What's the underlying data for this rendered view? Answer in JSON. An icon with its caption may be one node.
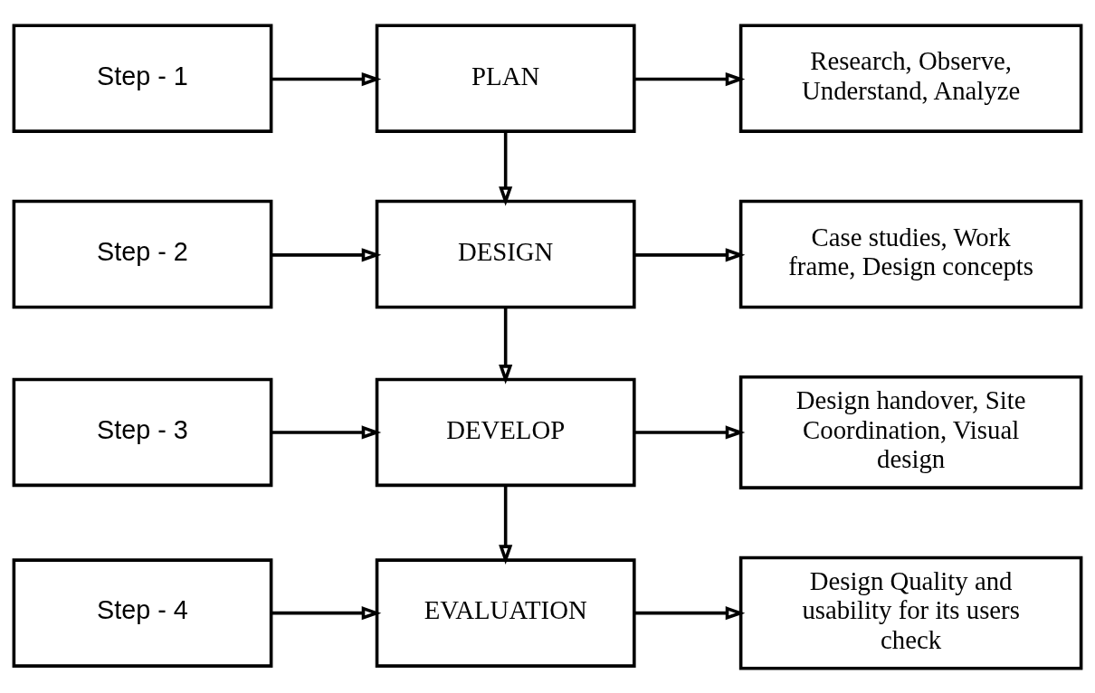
{
  "diagram": {
    "nodes": [
      {
        "text": [
          "Step - 1"
        ]
      },
      {
        "text": [
          "PLAN"
        ]
      },
      {
        "text": [
          "Research, Observe, Understand, Analyze"
        ]
      },
      {
        "text": [
          "Step - 2"
        ]
      },
      {
        "text": [
          "DESIGN"
        ]
      },
      {
        "text": [
          "Case studies, Work frame, Design concepts"
        ]
      },
      {
        "text": [
          "Step - 3"
        ]
      },
      {
        "text": [
          "DEVELOP"
        ]
      },
      {
        "text": [
          "Design handover, Site Coordination, Visual design"
        ]
      },
      {
        "text": [
          "Step - 4"
        ]
      },
      {
        "text": [
          "EVALUATION"
        ]
      },
      {
        "text": [
          "Design Quality and usability for its users check"
        ]
      }
    ],
    "edges": [
      {
        "from": 0,
        "to": 1,
        "arrow": "to"
      },
      {
        "from": 1,
        "to": 2,
        "arrow": "to"
      },
      {
        "from": 1,
        "to": 4,
        "arrow": "to"
      },
      {
        "from": 3,
        "to": 4,
        "arrow": "to"
      },
      {
        "from": 4,
        "to": 5,
        "arrow": "to"
      },
      {
        "from": 4,
        "to": 7,
        "arrow": "to"
      },
      {
        "from": 6,
        "to": 7,
        "arrow": "to"
      },
      {
        "from": 7,
        "to": 8,
        "arrow": "to"
      },
      {
        "from": 7,
        "to": 10,
        "arrow": "to"
      },
      {
        "from": 9,
        "to": 10,
        "arrow": "to"
      },
      {
        "from": 10,
        "to": 11,
        "arrow": "to"
      }
    ]
  }
}
